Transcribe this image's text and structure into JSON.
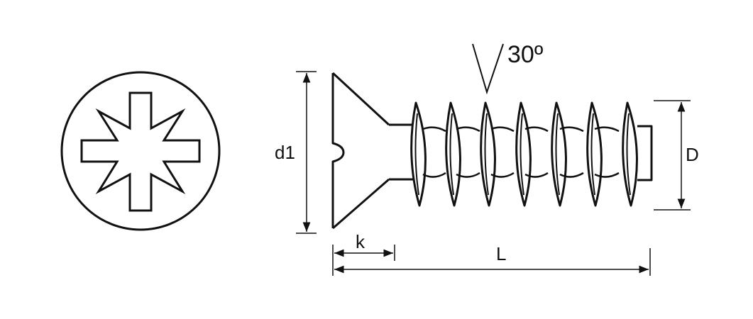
{
  "labels": {
    "head_diameter": "d1",
    "head_height": "k",
    "length": "L",
    "thread_diameter": "D",
    "thread_angle": "30º"
  },
  "colors": {
    "ink": "#111111",
    "background": "#ffffff"
  },
  "views": {
    "left": "pozidriv-head-top-view",
    "right": "countersunk-screw-side-view"
  }
}
